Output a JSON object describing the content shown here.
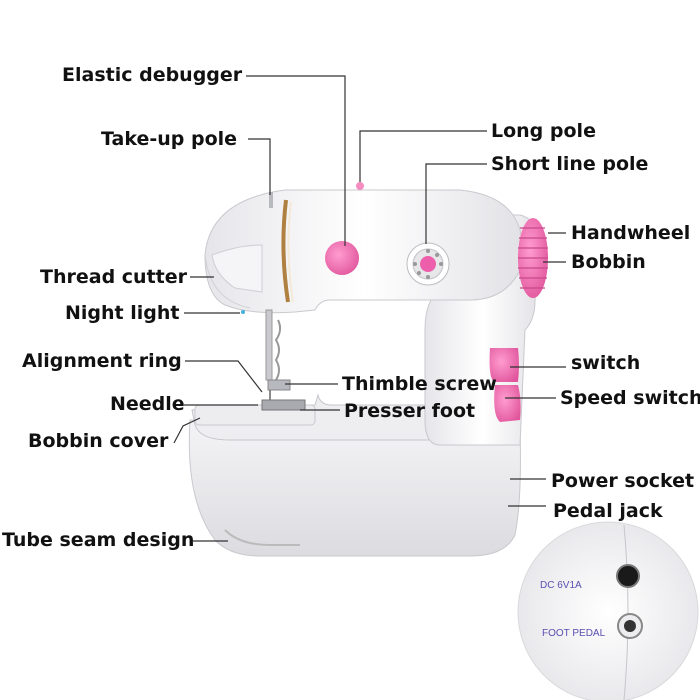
{
  "labels": {
    "elastic_debugger": "Elastic debugger",
    "take_up_pole": "Take-up pole",
    "long_pole": "Long pole",
    "short_line_pole": "Short line pole",
    "handwheel": "Handwheel",
    "bobbin": "Bobbin",
    "thread_cutter": "Thread cutter",
    "night_light": "Night light",
    "alignment_ring": "Alignment ring",
    "switch": "switch",
    "thimble_screw": "Thimble screw",
    "speed_switch": "Speed switch",
    "needle": "Needle",
    "presser_foot": "Presser foot",
    "bobbin_cover": "Bobbin cover",
    "power_socket": "Power socket",
    "pedal_jack": "Pedal jack",
    "tube_seam_design": "Tube seam design"
  },
  "inset": {
    "dc_label": "DC 6V1A",
    "foot_pedal_label": "FOOT PEDAL"
  },
  "colors": {
    "accent_pink": "#f07ab8",
    "body_white": "#f6f6f8",
    "label_text": "#111111",
    "leader_line": "#333333"
  }
}
